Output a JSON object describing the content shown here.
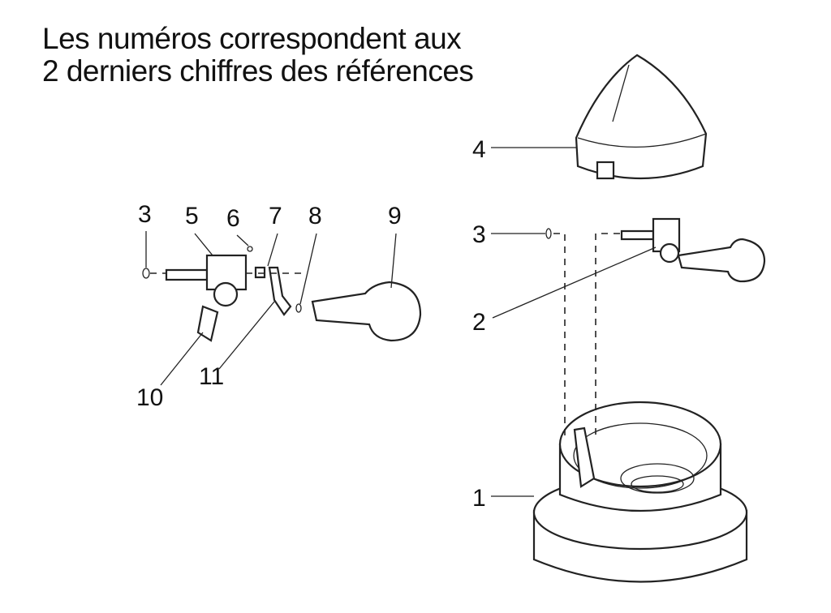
{
  "title": {
    "line1": "Les numéros correspondent aux",
    "line2": "2 derniers chiffres des références"
  },
  "labels": {
    "left_3": "3",
    "left_5": "5",
    "left_6": "6",
    "left_7": "7",
    "left_8": "8",
    "left_9": "9",
    "left_10": "10",
    "left_11": "11",
    "right_4": "4",
    "right_3": "3",
    "right_2": "2",
    "right_1": "1"
  }
}
